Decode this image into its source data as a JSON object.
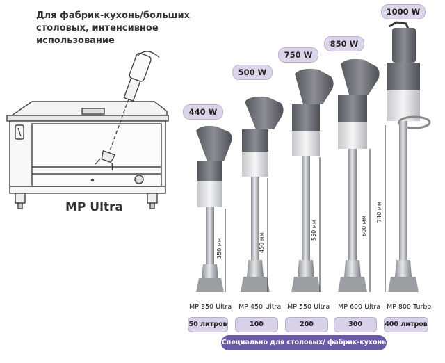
{
  "heading": "Для фабрик-кухонь/больших столовых, интенсивное использование",
  "kitchen_title": "MP Ultra",
  "footer": "Специально для столовых/ фабрик-кухонь",
  "colors": {
    "badge_fill": "#dcd5ea",
    "footer_fill": "#6a5aa8",
    "body_grey": "#6f7278",
    "steel": "#b9bcc0"
  },
  "products": [
    {
      "power": "440 W",
      "model": "MP 350 Ultra",
      "capacity": "50 литров",
      "length": "350 мм"
    },
    {
      "power": "500 W",
      "model": "MP 450 Ultra",
      "capacity": "100 литров",
      "length": "450 мм"
    },
    {
      "power": "750 W",
      "model": "MP 550 Ultra",
      "capacity": "200 литров",
      "length": "550 мм"
    },
    {
      "power": "850 W",
      "model": "MP 600 Ultra",
      "capacity": "300 литров",
      "length": "600 мм"
    },
    {
      "power": "1000 W",
      "model": "MP 800 Turbo",
      "capacity": "400 литров",
      "length": "740 мм"
    }
  ]
}
